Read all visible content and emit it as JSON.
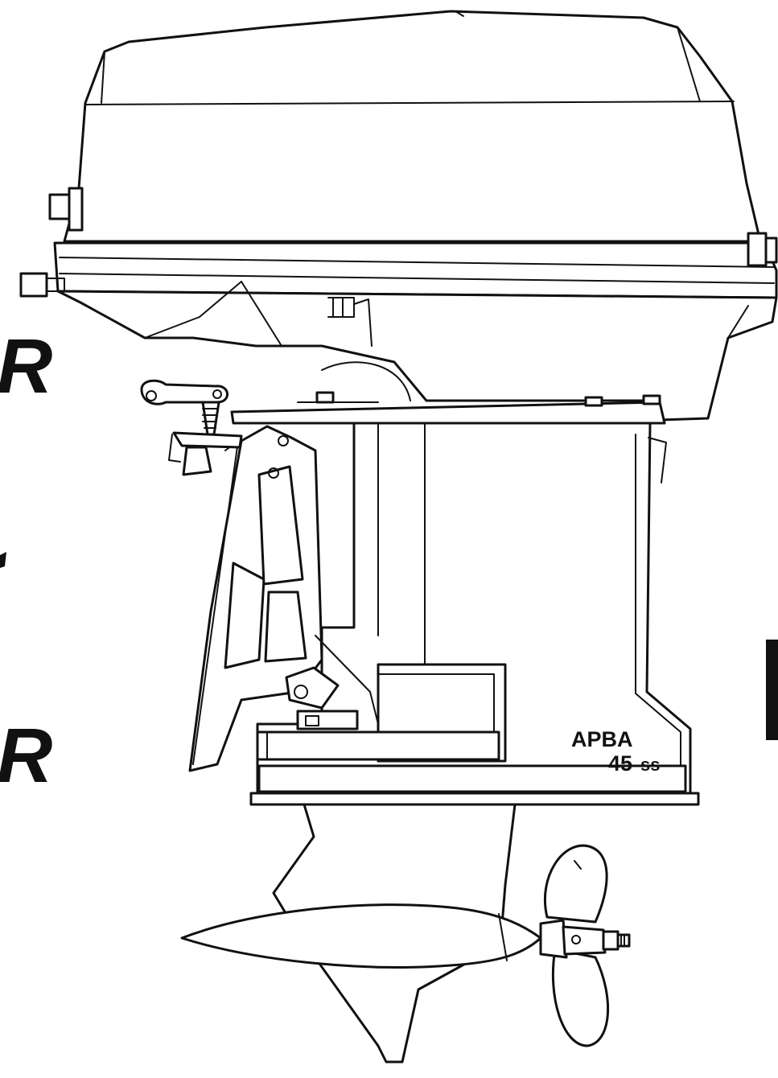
{
  "diagram": {
    "decal": {
      "line1": "APBA",
      "line2_number": "45",
      "line2_suffix": "ss"
    },
    "edge_fragments": {
      "left_1": "R",
      "left_2": "R"
    },
    "colors": {
      "ink": "#111111",
      "paper": "#ffffff"
    }
  }
}
